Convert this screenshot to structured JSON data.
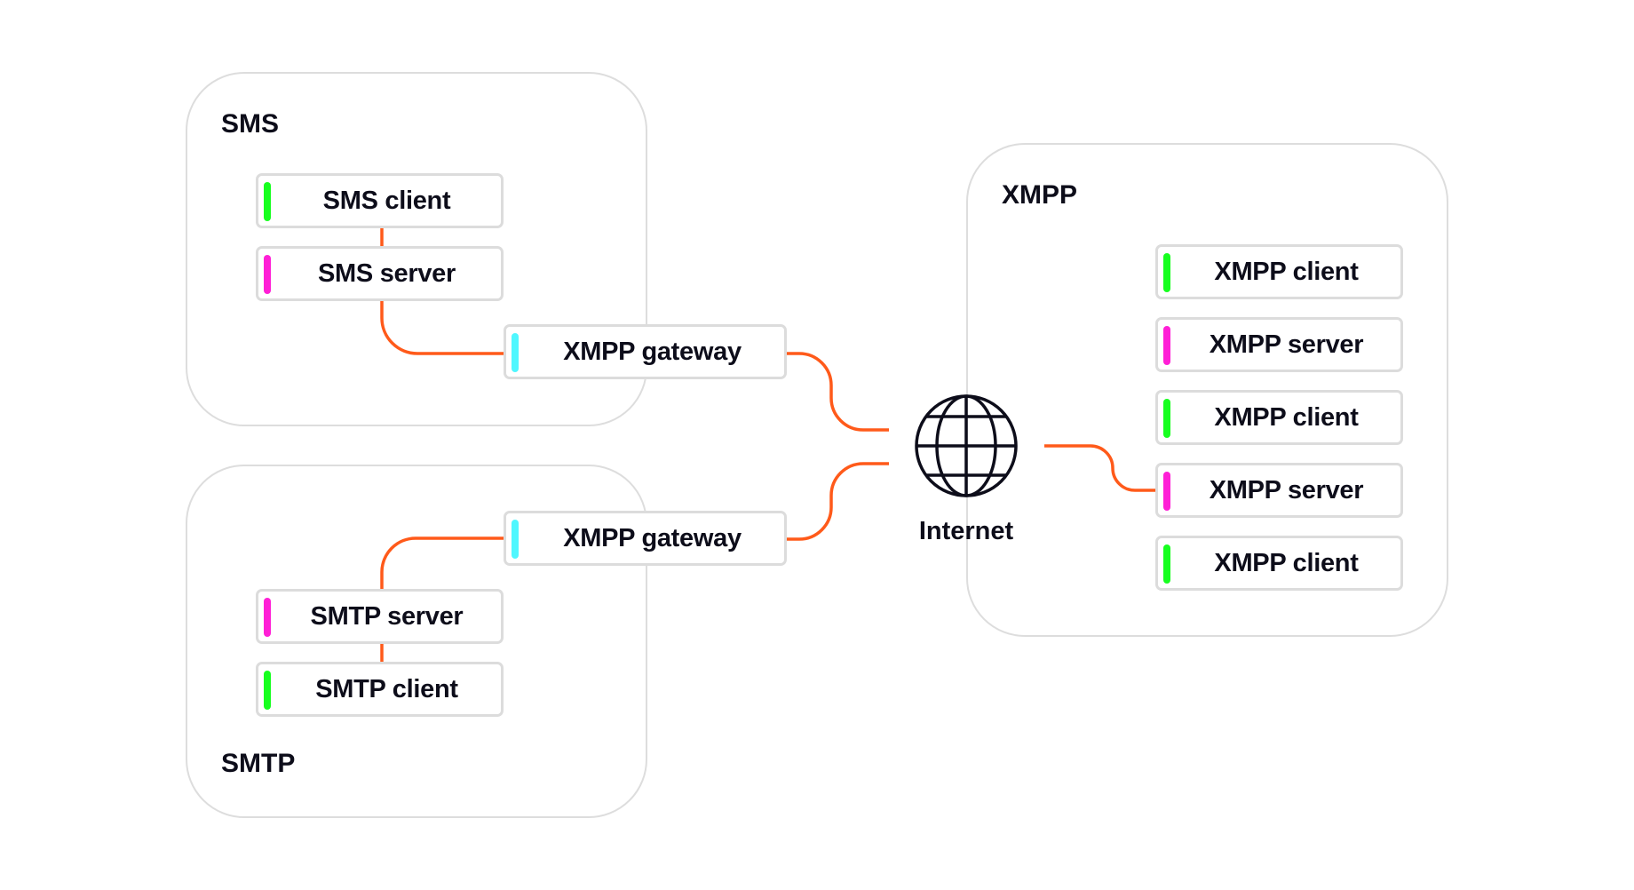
{
  "colors": {
    "wire": "#ff5a1a",
    "client": "#17ff1f",
    "server": "#ff1fd6",
    "gateway": "#4ff7ff",
    "group_border": "#dddddd",
    "node_border": "#dcdcdc",
    "text": "#0d0d1a"
  },
  "groups": {
    "sms": {
      "label": "SMS",
      "nodes": [
        {
          "label": "SMS client",
          "kind": "client"
        },
        {
          "label": "SMS server",
          "kind": "server"
        }
      ],
      "gateway": {
        "label": "XMPP gateway",
        "kind": "gateway"
      }
    },
    "smtp": {
      "label": "SMTP",
      "nodes": [
        {
          "label": "SMTP server",
          "kind": "server"
        },
        {
          "label": "SMTP client",
          "kind": "client"
        }
      ],
      "gateway": {
        "label": "XMPP gateway",
        "kind": "gateway"
      }
    },
    "xmpp": {
      "label": "XMPP",
      "nodes": [
        {
          "label": "XMPP client",
          "kind": "client"
        },
        {
          "label": "XMPP server",
          "kind": "server"
        },
        {
          "label": "XMPP client",
          "kind": "client"
        },
        {
          "label": "XMPP server",
          "kind": "server"
        },
        {
          "label": "XMPP client",
          "kind": "client"
        }
      ]
    }
  },
  "internet": {
    "label": "Internet",
    "icon": "globe-icon"
  }
}
